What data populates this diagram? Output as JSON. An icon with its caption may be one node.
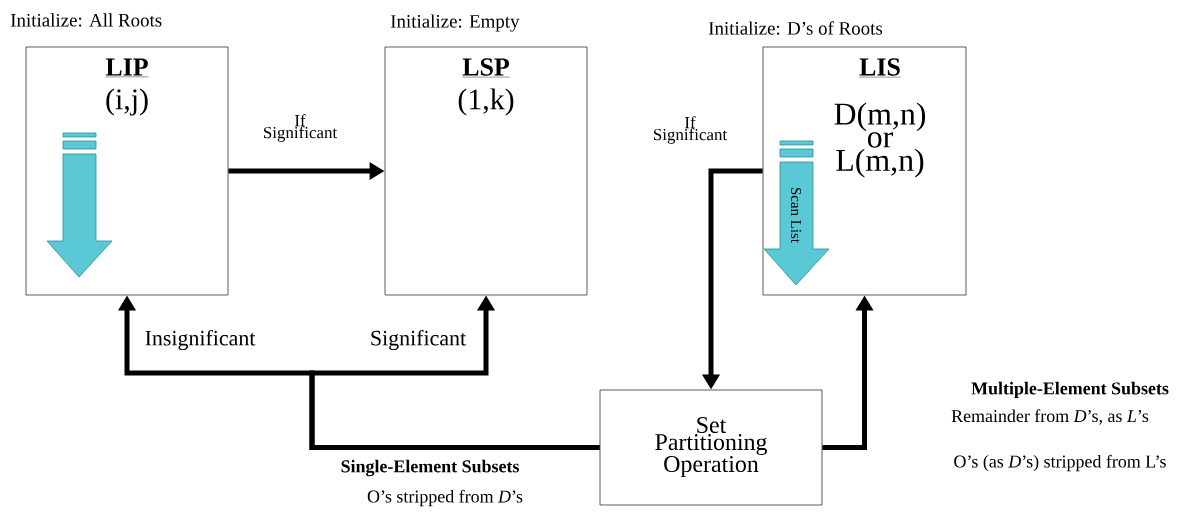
{
  "diagram": {
    "nodes": [
      {
        "text": [
          "Initialize: All Roots",
          "LIP",
          "(i,j)"
        ]
      },
      {
        "text": [
          "Initialize: Empty",
          "LSP",
          "(1,k)"
        ]
      },
      {
        "text": [
          "Initialize: D’s of Roots",
          "LIS",
          "D(m,n) or L(m,n)"
        ]
      },
      {
        "text": [
          "Set Partitioning Operation"
        ]
      }
    ],
    "edges": [
      {
        "from": 0,
        "to": 1,
        "arrow": "to",
        "label": "If Significant"
      },
      {
        "from": 2,
        "to": 3,
        "arrow": "to",
        "label": "If Significant"
      },
      {
        "from": 3,
        "to": 0,
        "arrow": "to",
        "label": "Insignificant"
      },
      {
        "from": 3,
        "to": 1,
        "arrow": "to",
        "label": "Significant"
      },
      {
        "from": 3,
        "to": 2,
        "arrow": "to"
      }
    ],
    "labels": [
      "Scan List",
      "Single-Element Subsets",
      "O’s stripped from *D*’s",
      "Multiple-Element Subsets",
      "Remainder from *D*’s, as *L*’s",
      "O’s (as *D*’s) stripped from L’s"
    ]
  }
}
